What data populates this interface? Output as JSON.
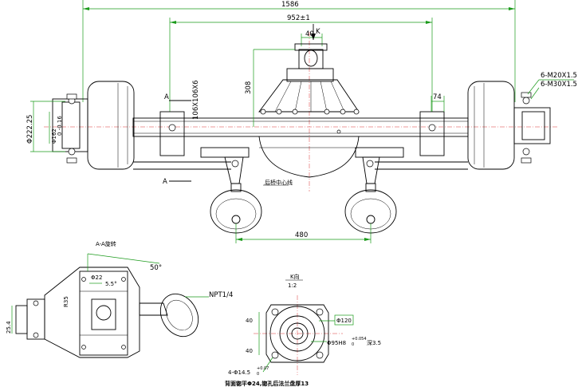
{
  "dimensions": {
    "overall_length": "1586",
    "track_width": "952±1",
    "flange_width": "40",
    "view_marker_k": "K",
    "height_308": "308",
    "square_tube": "106X106X6",
    "hub_dia": "Φ222.25",
    "dia_162": "Φ162",
    "dia_162_tol": "0 -0.16",
    "bracket_74": "74",
    "bolt_spec_1": "6-M20X1.5",
    "bolt_spec_2": "6-M30X1.5",
    "chamber_spacing": "480",
    "section_a_top": "A",
    "section_a_bottom": "A"
  },
  "annotations": {
    "axle_center_label": "后桥中心线",
    "section_view_title": "A-A旋转",
    "angle_50": "50°",
    "dia_22": "Φ22",
    "dim_5_5": "5.5°",
    "dim_r35": "R35",
    "npt_port": "NPT1/4",
    "dim_25_4": "25.4",
    "detail_k_title": "K向",
    "detail_scale": "1:2",
    "dim_40_a": "40",
    "dim_40_b": "40",
    "dia_120": "Φ120",
    "bore_spec": "Φ95H8",
    "bore_tol_upper": "+0.054",
    "bore_tol_lower": "0",
    "bore_depth": "深3.5",
    "hole_spec": "4-Φ14.5",
    "hole_tol_upper": "+0.07",
    "hole_tol_lower": "0",
    "note_bottom": "背面锪平Φ24,锪孔后法兰盘厚13"
  }
}
